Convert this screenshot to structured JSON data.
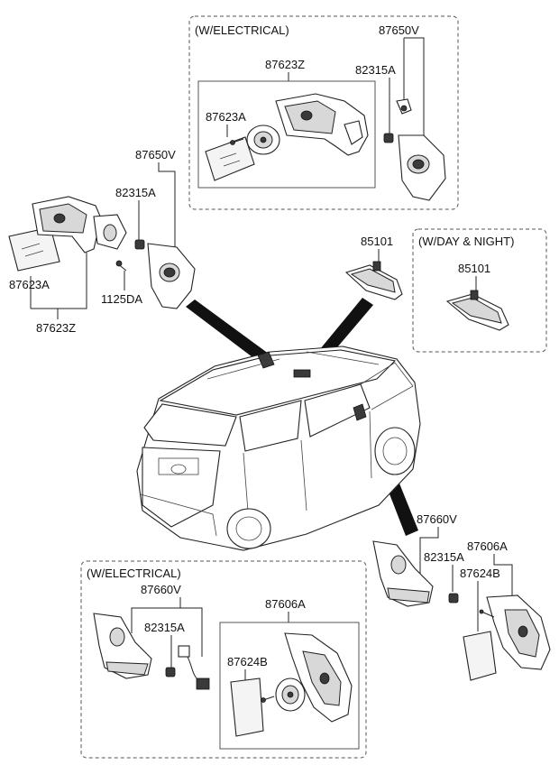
{
  "groups": {
    "top_electrical": "(W/ELECTRICAL)",
    "day_night": "(W/DAY & NIGHT)",
    "bottom_electrical": "(W/ELECTRICAL)"
  },
  "labels": {
    "top_87650V": "87650V",
    "top_82315A": "82315A",
    "top_87623Z": "87623Z",
    "top_87623A": "87623A",
    "left_87650V": "87650V",
    "left_82315A": "82315A",
    "left_87623A": "87623A",
    "left_1125DA": "1125DA",
    "left_87623Z": "87623Z",
    "mirror_85101": "85101",
    "dn_85101": "85101",
    "right_87660V": "87660V",
    "right_82315A": "82315A",
    "right_87606A": "87606A",
    "right_87624B": "87624B",
    "bot_87660V": "87660V",
    "bot_82315A": "82315A",
    "bot_87606A": "87606A",
    "bot_87624B": "87624B"
  }
}
